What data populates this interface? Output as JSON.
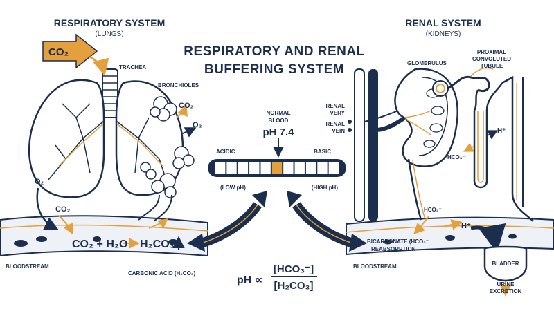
{
  "title": {
    "line1": "RESPIRATORY AND RENAL",
    "line2": "BUFFERING SYSTEM"
  },
  "respiratory": {
    "heading": "RESPIRATORY SYSTEM",
    "subheading": "(LUNGS)",
    "co2_input": "CO₂",
    "trachea": "TRACHEA",
    "bronchioles": "BRONCHIOLES",
    "co2_out": "CO₂",
    "o2_out": "O₂",
    "o2_in": "O₂",
    "co2_in": "CO₂",
    "equation_left": "CO₂ + H₂O",
    "equation_right": "H₂CO₃",
    "bloodstream": "BLOODSTREAM",
    "carbonic_acid": "CARBONIC ACID (H₂CO₃)"
  },
  "ph_scale": {
    "normal_line1": "NORMAL",
    "normal_line2": "BLOOD",
    "value": "pH 7.4",
    "acidic": "ACIDIC",
    "basic": "BASIC",
    "low": "(LOW pH)",
    "high": "(HIGH pH)",
    "segments": 11,
    "highlight_index": 5
  },
  "formula": {
    "lhs": "pH ∝",
    "numerator": "[HCO₃⁻]",
    "denominator": "[H₂CO₃]"
  },
  "renal": {
    "heading": "RENAL SYSTEM",
    "subheading": "(KIDNEYS)",
    "glomerulus": "GLOMERULUS",
    "pct1": "PROXIMAL",
    "pct2": "CONVOLUTED",
    "pct3": "TUBULE",
    "artery1": "RENAL",
    "artery2": "VERY",
    "vein1": "RENAL",
    "vein2": "VEIN",
    "h_plus_tubule": "H⁺",
    "hco3_tubule": "HCO₃⁻",
    "hco3_lower": "HCO₃⁻",
    "h_plus_lower": "H⁺",
    "reabsorption1": "BICARBONATE (HCO₃⁻",
    "reabsorption2": "REABSORPTION",
    "bloodstream": "BLOODSTREAM",
    "bladder": "BLADDER",
    "urine1": "URINE",
    "urine2": "EXCRETION"
  },
  "colors": {
    "navy": "#1c2e4e",
    "orange": "#e3a03c",
    "line": "#1c2e4e"
  }
}
